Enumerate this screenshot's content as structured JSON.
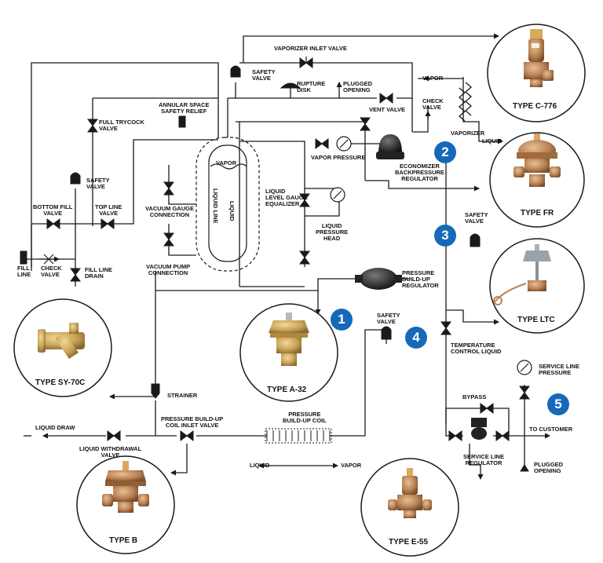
{
  "labels": {
    "vaporizer_inlet_valve": "VAPORIZER INLET VALVE",
    "safety_valve_top": "SAFETY\nVALVE",
    "rupture_disk": "RUPTURE\nDISK",
    "plugged_opening_top": "PLUGGED\nOPENING",
    "vent_valve": "VENT VALVE",
    "check_valve_right": "CHECK\nVALVE",
    "vapor_right": "VAPOR",
    "vaporizer": "VAPORIZER",
    "liquid_right": "LIQUID",
    "annular_space": "ANNULAR SPACE\nSAFETY RELIEF",
    "full_trycock": "FULL TRYCOCK\nVALVE",
    "vapor_tank": "VAPOR",
    "liquid_line": "LIQUID LINE",
    "liquid_tank": "LIQUID",
    "vapor_pressure": "VAPOR PRESSURE",
    "economizer": "ECONOMIZER\nBACKPRESSURE\nREGULATOR",
    "safety_valve_left": "SAFETY\nVALVE",
    "bottom_fill": "BOTTOM FILL\nVALVE",
    "top_line": "TOP LINE\nVALVE",
    "vacuum_gauge": "VACUUM GAUGE\nCONNECTION",
    "liquid_level": "LIQUID\nLEVEL GAUGE\nEQUALIZER",
    "liquid_pressure_head": "LIQUID\nPRESSURE\nHEAD",
    "safety_valve_3": "SAFETY\nVALVE",
    "fill_line": "FILL\nLINE",
    "check_valve_left": "CHECK\nVALVE",
    "fill_line_drain": "FILL LINE\nDRAIN",
    "vacuum_pump": "VACUUM PUMP\nCONNECTION",
    "pressure_buildup_reg": "PRESSURE\nBUILD-UP\nREGULATOR",
    "safety_valve_4": "SAFETY\nVALVE",
    "temperature_control": "TEMPERATURE\nCONTROL LIQUID",
    "service_line_pressure": "SERVICE LINE\nPRESSURE",
    "strainer": "STRAINER",
    "bypass": "BYPASS",
    "pressure_buildup_inlet": "PRESSURE BUILD-UP\nCOIL INLET VALVE",
    "pressure_buildup_coil": "PRESSURE\nBUILD-UP COIL",
    "liquid_draw": "LIQUID DRAW",
    "liquid_withdrawal": "LIQUID WITHDRAWAL\nVALVE",
    "to_customer": "TO CUSTOMER",
    "service_line_regulator": "SERVICE LINE\nREGULATOR",
    "plugged_opening_bottom": "PLUGGED\nOPENING",
    "liquid_bottom": "LIQUID",
    "vapor_bottom": "VAPOR"
  },
  "products": {
    "c776": "TYPE C-776",
    "fr": "TYPE FR",
    "ltc": "TYPE LTC",
    "sy70c": "TYPE SY-70C",
    "a32": "TYPE A-32",
    "b": "TYPE B",
    "e55": "TYPE E-55"
  },
  "badges": {
    "b1": "1",
    "b2": "2",
    "b3": "3",
    "b4": "4",
    "b5": "5"
  },
  "colors": {
    "line": "#1a1a1a",
    "badge": "#1669b8",
    "brass": "#c9a35a",
    "regulator_dark": "#222222"
  }
}
